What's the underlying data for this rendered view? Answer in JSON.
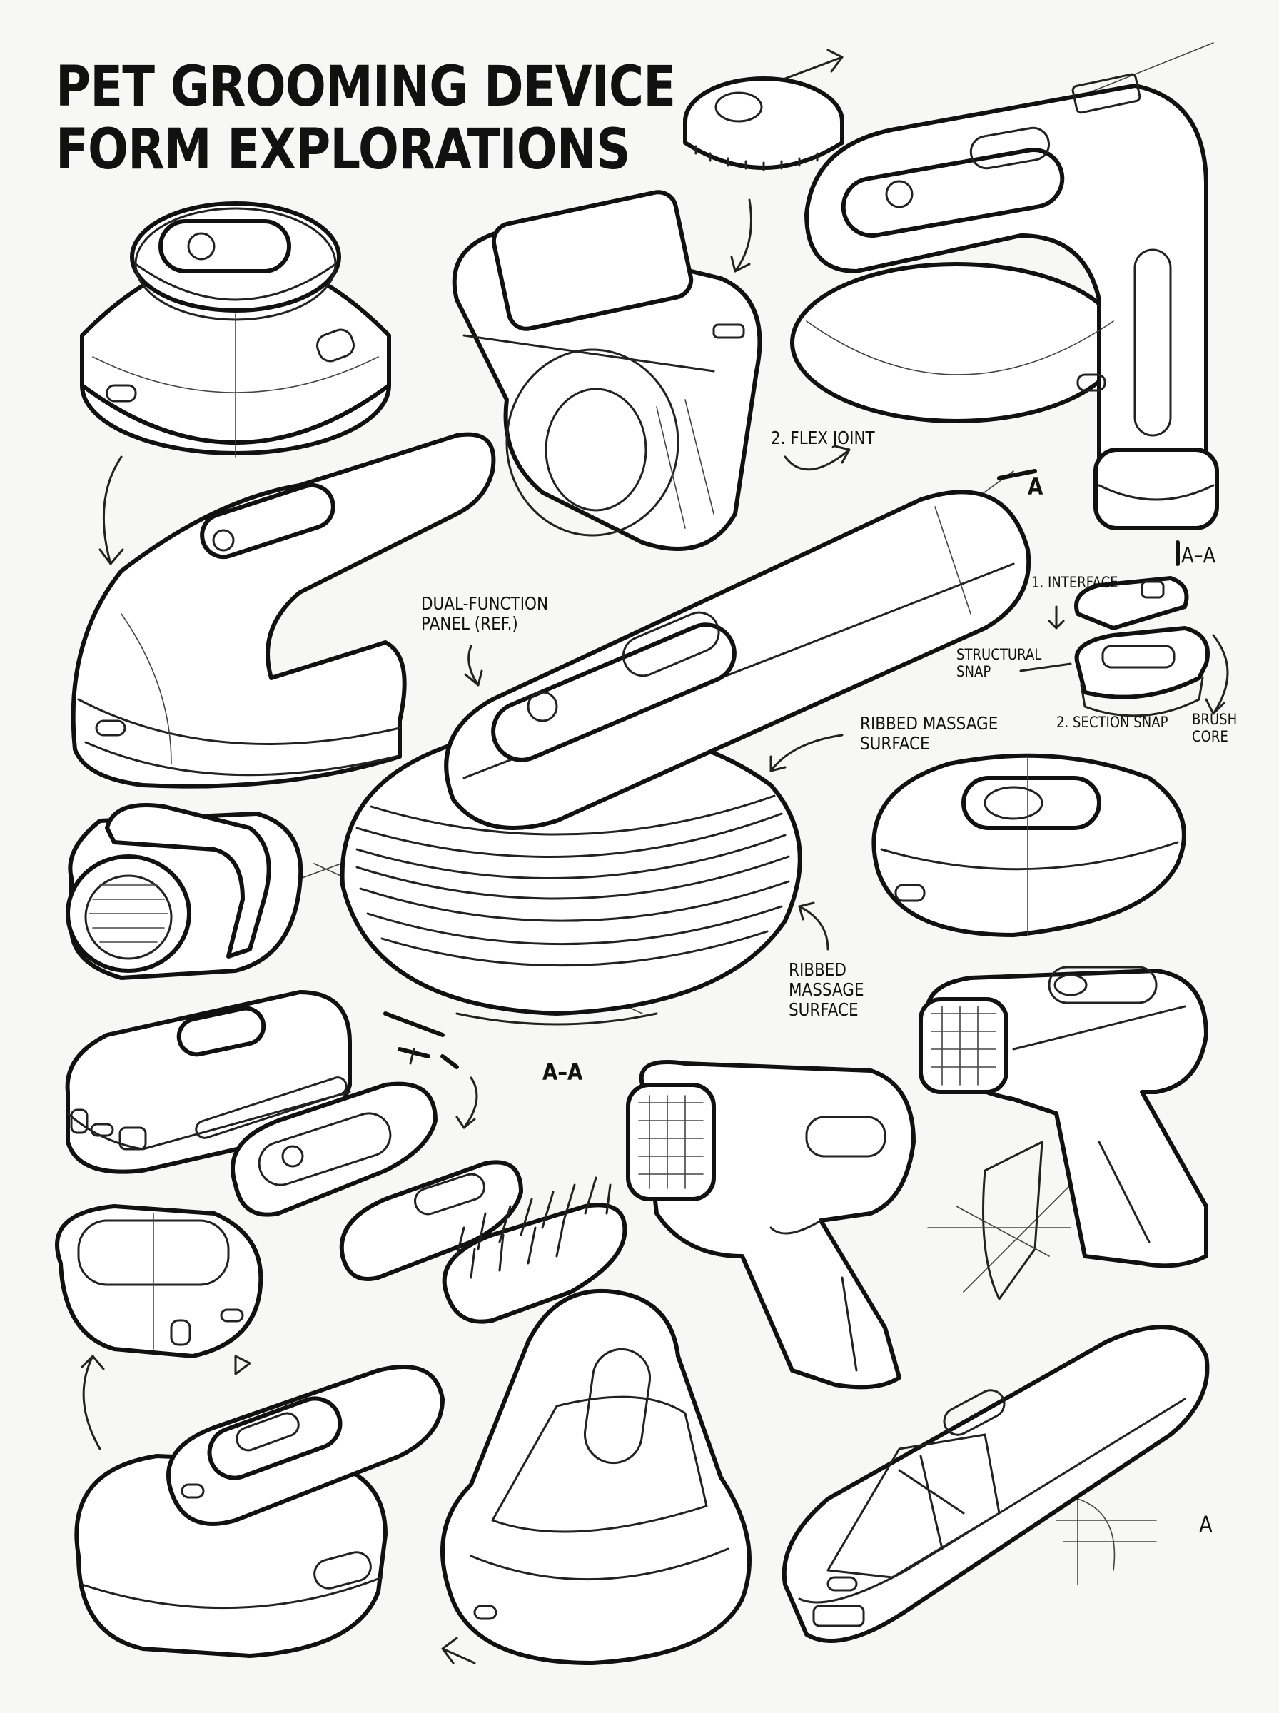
{
  "title": {
    "line1": "PET GROOMING DEVICE",
    "line2": "FORM EXPLORATIONS"
  },
  "annotations": {
    "flex_joint": "2. FLEX JOINT",
    "dual_function_line1": "DUAL-FUNCTION",
    "dual_function_line2": "PANEL (REF.)",
    "ribbed_top_line1": "RIBBED MASSAGE",
    "ribbed_top_line2": "SURFACE",
    "ribbed_bottom_line1": "RIBBED",
    "ribbed_bottom_line2": "MASSAGE",
    "ribbed_bottom_line3": "SURFACE",
    "interface": "1. INTERFACE",
    "structural_snap_line1": "STRUCTURAL",
    "structural_snap_line2": "SNAP",
    "section_snap": "2. SECTION SNAP",
    "brush_core_line1": "BRUSH",
    "brush_core_line2": "CORE"
  },
  "section_marks": {
    "a_top": "A",
    "aa_right": "A–A",
    "aa_center": "A–A",
    "a_bottom_right": "A"
  }
}
